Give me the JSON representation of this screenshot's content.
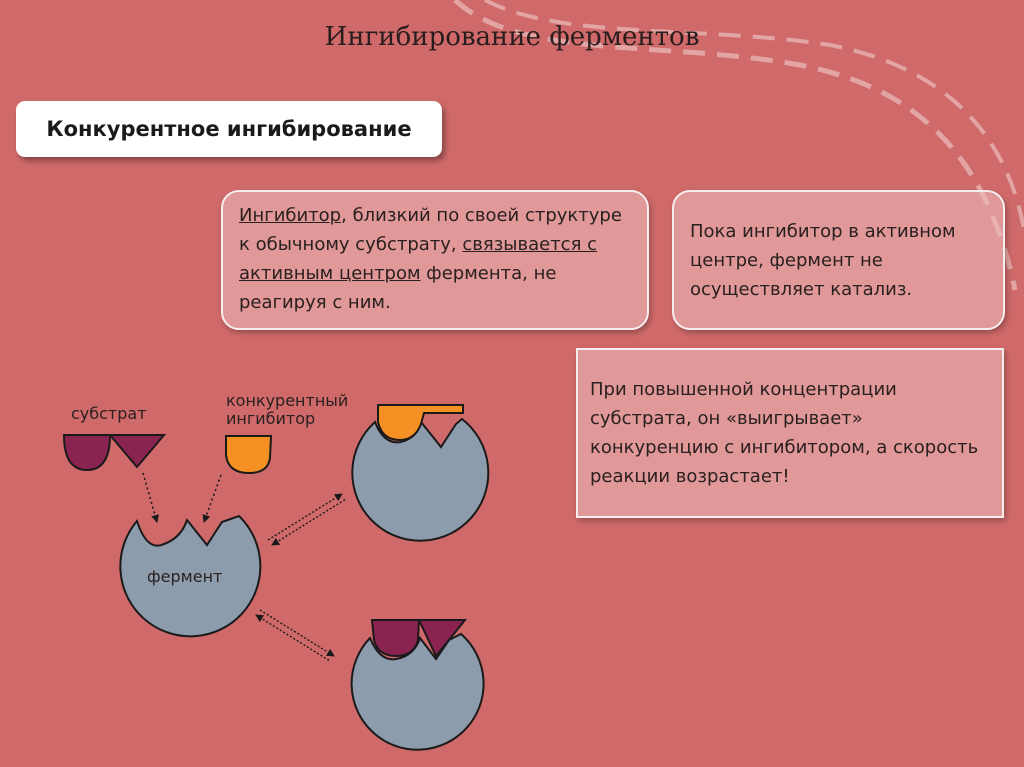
{
  "title": "Ингибирование ферментов",
  "subtitle": "Конкурентное ингибирование",
  "box1": {
    "word_inhibitor": "Ингибитор",
    "part1": ", близкий по своей структуре к обычному субстрату, ",
    "underlined_binds": "связывается с активным центром",
    "part2": " фермента, не реагируя с ним."
  },
  "box2": {
    "text": "Пока ингибитор в активном центре, фермент не осуществляет катализ."
  },
  "box3": {
    "text": "При повышенной концентрации субстрата, он «выигрывает» конкуренцию с ингибитором, а скорость реакции возрастает!"
  },
  "diagram": {
    "substrate_label": "субстрат",
    "inhibitor_label_line1": "конкурентный",
    "inhibitor_label_line2": "ингибитор",
    "enzyme_label": "фермент"
  },
  "colors": {
    "background": "#d06a6a",
    "enzyme": "#8c9cac",
    "substrate": "#8b2350",
    "inhibitor": "#f59124",
    "dashed_curve": "#e3a4a4"
  }
}
